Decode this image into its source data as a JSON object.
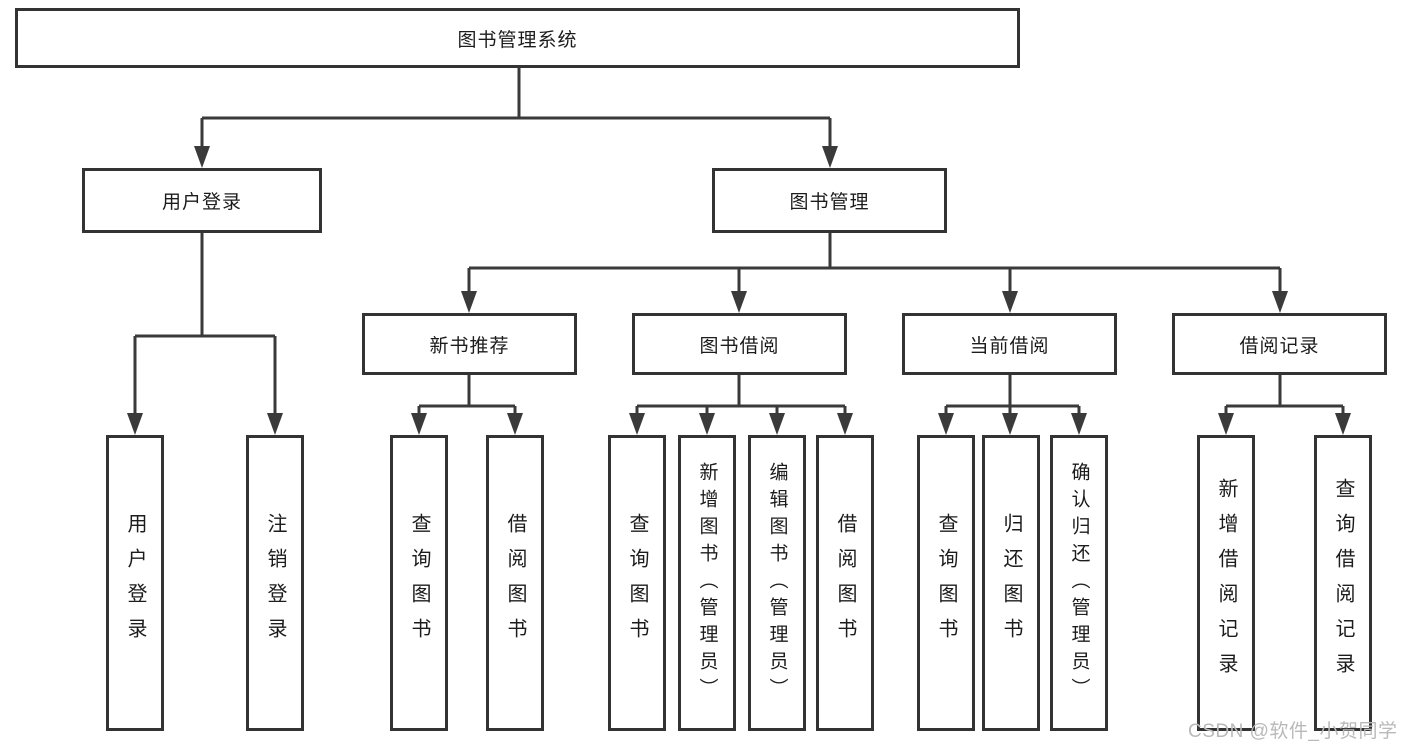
{
  "diagram": {
    "root": {
      "label": "图书管理系统",
      "children": [
        {
          "label": "用户登录",
          "children": [
            {
              "label": "用户登录"
            },
            {
              "label": "注销登录"
            }
          ]
        },
        {
          "label": "图书管理",
          "children": [
            {
              "label": "新书推荐",
              "children": [
                {
                  "label": "查询图书"
                },
                {
                  "label": "借阅图书"
                }
              ]
            },
            {
              "label": "图书借阅",
              "children": [
                {
                  "label": "查询图书"
                },
                {
                  "label": "新增图书（管理员）"
                },
                {
                  "label": "编辑图书（管理员）"
                },
                {
                  "label": "借阅图书"
                }
              ]
            },
            {
              "label": "当前借阅",
              "children": [
                {
                  "label": "查询图书"
                },
                {
                  "label": "归还图书"
                },
                {
                  "label": "确认归还（管理员）"
                }
              ]
            },
            {
              "label": "借阅记录",
              "children": [
                {
                  "label": "新增借阅记录"
                },
                {
                  "label": "查询借阅记录"
                }
              ]
            }
          ]
        }
      ]
    },
    "colors": {
      "line": "#3a3a3a",
      "box_border": "#333333",
      "text": "#1c1c1c",
      "watermark": "#b9b9b9"
    }
  },
  "watermark": {
    "text": "CSDN @软件_小贺同学"
  }
}
